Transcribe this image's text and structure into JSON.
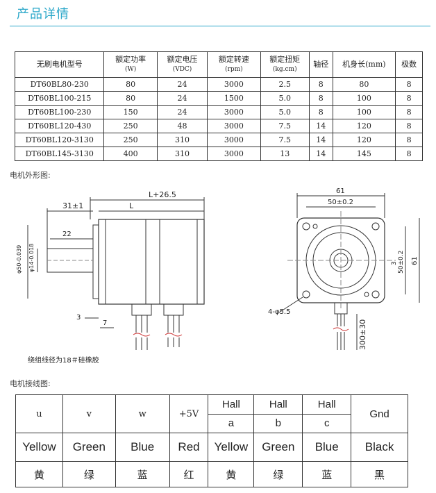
{
  "header": {
    "title": "产品详情"
  },
  "spec_table": {
    "columns": [
      {
        "main": "无刷电机型号",
        "sub": ""
      },
      {
        "main": "额定功率",
        "sub": "(W)"
      },
      {
        "main": "额定电压",
        "sub": "(VDC)"
      },
      {
        "main": "额定转速",
        "sub": "(rpm)"
      },
      {
        "main": "额定扭矩",
        "sub": "(kg.cm)"
      },
      {
        "main": "轴径",
        "sub": ""
      },
      {
        "main": "机身长(mm)",
        "sub": ""
      },
      {
        "main": "极数",
        "sub": ""
      }
    ],
    "rows": [
      [
        "DT60BL80-230",
        "80",
        "24",
        "3000",
        "2.5",
        "8",
        "80",
        "8"
      ],
      [
        "DT60BL100-215",
        "80",
        "24",
        "1500",
        "5.0",
        "8",
        "100",
        "8"
      ],
      [
        "DT60BL100-230",
        "150",
        "24",
        "3000",
        "5.0",
        "8",
        "100",
        "8"
      ],
      [
        "DT60BL120-430",
        "250",
        "48",
        "3000",
        "7.5",
        "14",
        "120",
        "8"
      ],
      [
        "DT60BL120-3130",
        "250",
        "310",
        "3000",
        "7.5",
        "14",
        "120",
        "8"
      ],
      [
        "DT60BL145-3130",
        "400",
        "310",
        "3000",
        "13",
        "14",
        "145",
        "8"
      ]
    ]
  },
  "drawing": {
    "caption": "电机外形图:",
    "dims": {
      "l_plus": "L+26.5",
      "l": "L",
      "d31": "31±1",
      "d22": "22",
      "d50": "φ50-0.039",
      "d14": "φ14-0.018",
      "d3": "3",
      "d7": "7",
      "d61_top": "61",
      "d50_top": "50±0.2",
      "d50_right": "50±0.2",
      "d61_right": "61",
      "holes": "4-φ5.5",
      "d300": "300±30",
      "d3_right": "3",
      "wire_note": "绕组线径为18＃硅橡胶"
    }
  },
  "wiring": {
    "caption": "电机接线图:",
    "top": [
      "u",
      "v",
      "w",
      "+5V"
    ],
    "hall": [
      {
        "h": "Hall",
        "s": "a"
      },
      {
        "h": "Hall",
        "s": "b"
      },
      {
        "h": "Hall",
        "s": "c"
      }
    ],
    "gnd": "Gnd",
    "colors": [
      "Yellow",
      "Green",
      "Blue",
      "Red",
      "Yellow",
      "Green",
      "Blue",
      "Black"
    ],
    "colors_cn": [
      "黄",
      "绿",
      "蓝",
      "红",
      "黄",
      "绿",
      "蓝",
      "黑"
    ]
  }
}
